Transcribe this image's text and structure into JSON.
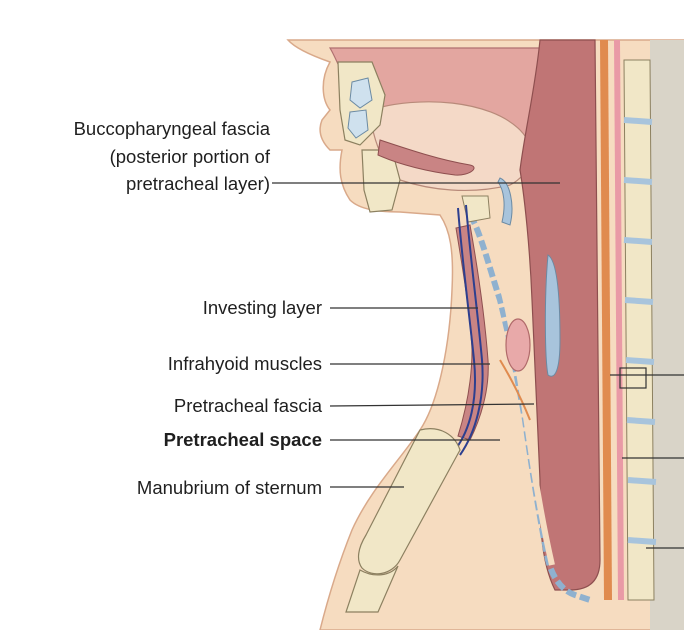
{
  "labels": {
    "buccopharyngeal_line1": "Buccopharyngeal fascia",
    "buccopharyngeal_line2": "(posterior portion of",
    "buccopharyngeal_line3": "pretracheal layer)",
    "investing_layer": "Investing layer",
    "infrahyoid_muscles": "Infrahyoid muscles",
    "pretracheal_fascia": "Pretracheal fascia",
    "pretracheal_space": "Pretracheal space",
    "manubrium": "Manubrium of sternum"
  },
  "colors": {
    "skin": "#f6dcc0",
    "muscle": "#c98484",
    "pharynx": "#b86b6b",
    "bone": "#f1e7c7",
    "bone_outline": "#8c8060",
    "fascia_blue": "#a8c4dc",
    "nerve_blue": "#2d3f8f",
    "fascia_orange": "#e08b4f",
    "leader_line": "#333333"
  }
}
